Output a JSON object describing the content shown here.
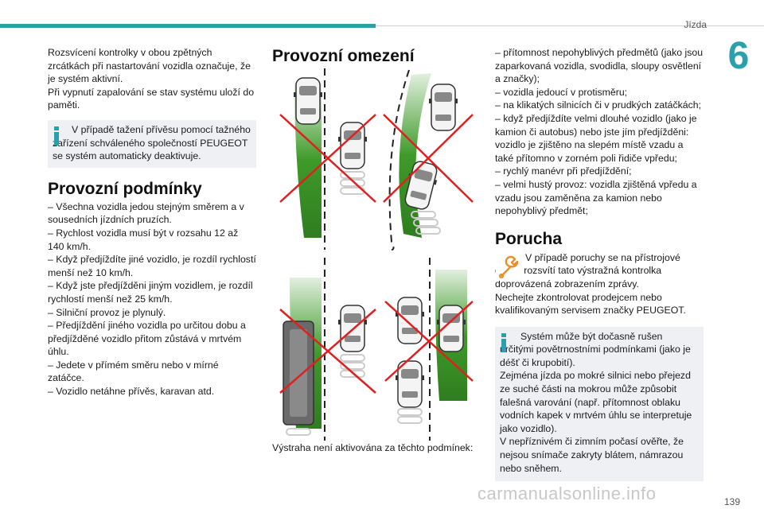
{
  "header": {
    "section": "Jízda",
    "chapter": "6",
    "page_number": "139"
  },
  "col1": {
    "intro": [
      "Rozsvícení kontrolky v obou zpětných zrcátkách při nastartování vozidla označuje, že je systém aktivní.",
      "Při vypnutí zapalování se stav systému uloží do paměti."
    ],
    "info_box": "V případě tažení přívěsu pomocí tažného zařízení schváleného společností PEUGEOT se systém automaticky deaktivuje.",
    "conditions_title": "Provozní podmínky",
    "conditions": [
      "–  Všechna vozidla jedou stejným směrem a v sousedních jízdních pruzích.",
      "–  Rychlost vozidla musí být v rozsahu 12 až 140 km/h.",
      "–  Když předjíždíte jiné vozidlo, je rozdíl rychlostí menší než 10 km/h.",
      "–  Když jste předjížděni jiným vozidlem, je rozdíl rychlostí menší než 25 km/h.",
      "–  Silniční provoz je plynulý.",
      "–  Předjíždění jiného vozidla po určitou dobu a předjížděné vozidlo přitom zůstává v mrtvém úhlu.",
      "–  Jedete v přímém směru nebo v mírné zatáčce.",
      "–  Vozidlo netáhne přívěs, karavan atd."
    ]
  },
  "col2": {
    "title": "Provozní omezení",
    "caption": "Výstraha není aktivována za těchto podmínek:"
  },
  "col3": {
    "limits": [
      "–  přítomnost nepohyblivých předmětů (jako jsou zaparkovaná vozidla, svodidla, sloupy osvětlení a značky);",
      "–  vozidla jedoucí v protisměru;",
      "–  na klikatých silnicích či v prudkých zatáčkách;",
      "–  když předjíždíte velmi dlouhé vozidlo (jako je kamion či autobus) nebo jste jím předjížděni: vozidlo je zjištěno na slepém místě vzadu a také přítomno v zorném poli řidiče vpředu;",
      "–  rychlý manévr při předjíždění;",
      "–  velmi hustý provoz: vozidla zjištěná vpředu a vzadu jsou zaměněna za kamion nebo nepohyblivý předmět;"
    ],
    "fault_title": "Porucha",
    "fault_text": [
      "V případě poruchy se na přístrojové desce rozsvítí tato výstražná kontrolka doprovázená zobrazením zprávy.",
      "Nechejte zkontrolovat prodejcem nebo kvalifikovaným servisem značky PEUGEOT."
    ],
    "info_box": [
      "Systém může být dočasně rušen určitými povětrnostními podmínkami (jako je déšť či krupobití).",
      "Zejména jízda po mokré silnici nebo přejezd ze suché části na mokrou může způsobit falešná varování (např. přítomnost oblaku vodních kapek v mrtvém úhlu se interpretuje jako vozidlo).",
      "V nepříznivém či zimním počasí ověřte, že nejsou snímače zakryty blátem, námrazou nebo sněhem."
    ]
  },
  "watermark": "carmanualsonline.info",
  "colors": {
    "accent": "#2aa0ad",
    "zone_green": "#3f9a2a",
    "cross_red": "#e02020",
    "box_bg": "#eef0f3"
  }
}
